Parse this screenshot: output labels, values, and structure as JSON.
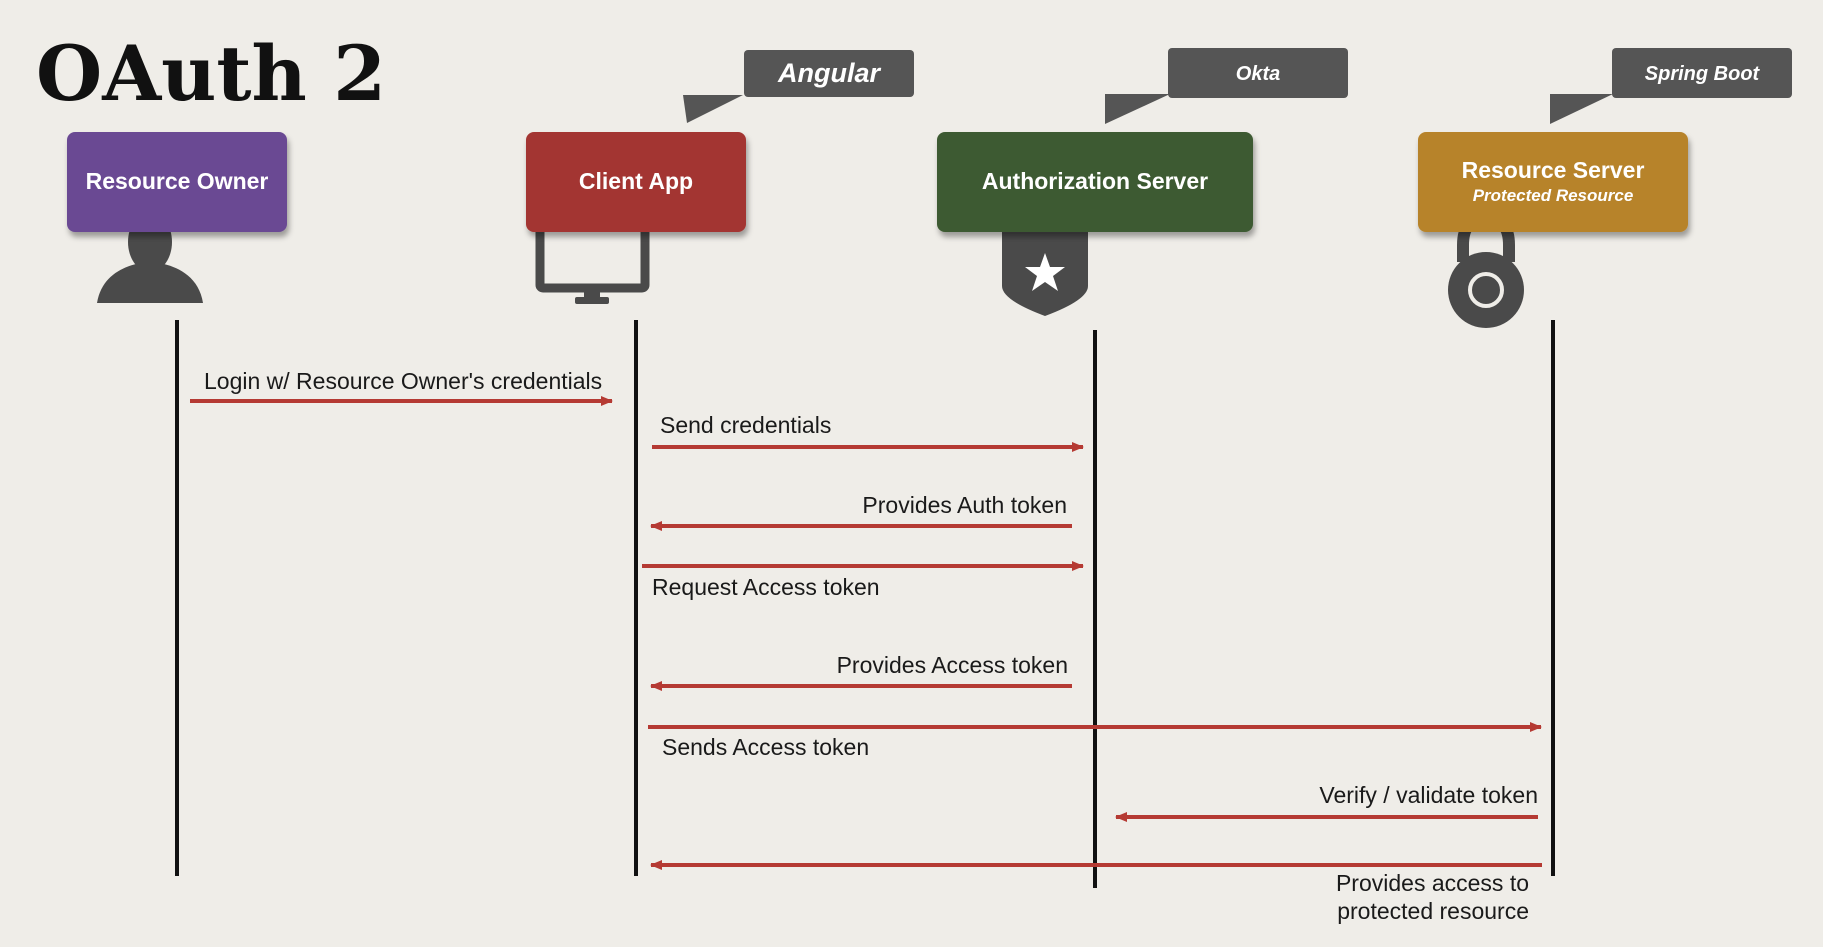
{
  "title": "OAuth 2",
  "callouts": {
    "angular": "Angular",
    "okta": "Okta",
    "spring": "Spring Boot"
  },
  "actors": {
    "resource_owner": {
      "title": "Resource Owner",
      "color": "#6b4a93",
      "icon": "person-icon"
    },
    "client_app": {
      "title": "Client App",
      "color": "#a33430",
      "icon": "monitor-icon"
    },
    "auth_server": {
      "title": "Authorization Server",
      "color": "#3c5a30",
      "icon": "shield-star-icon"
    },
    "resource_server": {
      "title": "Resource Server",
      "subtitle": "Protected Resource",
      "color": "#b7832b",
      "icon": "padlock-icon"
    }
  },
  "messages": {
    "login": "Login w/ Resource Owner's credentials",
    "send_credentials": "Send credentials",
    "auth_token": "Provides Auth token",
    "request_access": "Request Access token",
    "provides_access": "Provides Access token",
    "sends_access": "Sends Access token",
    "verify": "Verify / validate token",
    "provides_resource_1": "Provides access to",
    "provides_resource_2": "protected resource"
  },
  "colors": {
    "arrow": "#b53a33",
    "lifeline": "#111111",
    "callout": "#555555",
    "icon": "#4a4a4a"
  }
}
